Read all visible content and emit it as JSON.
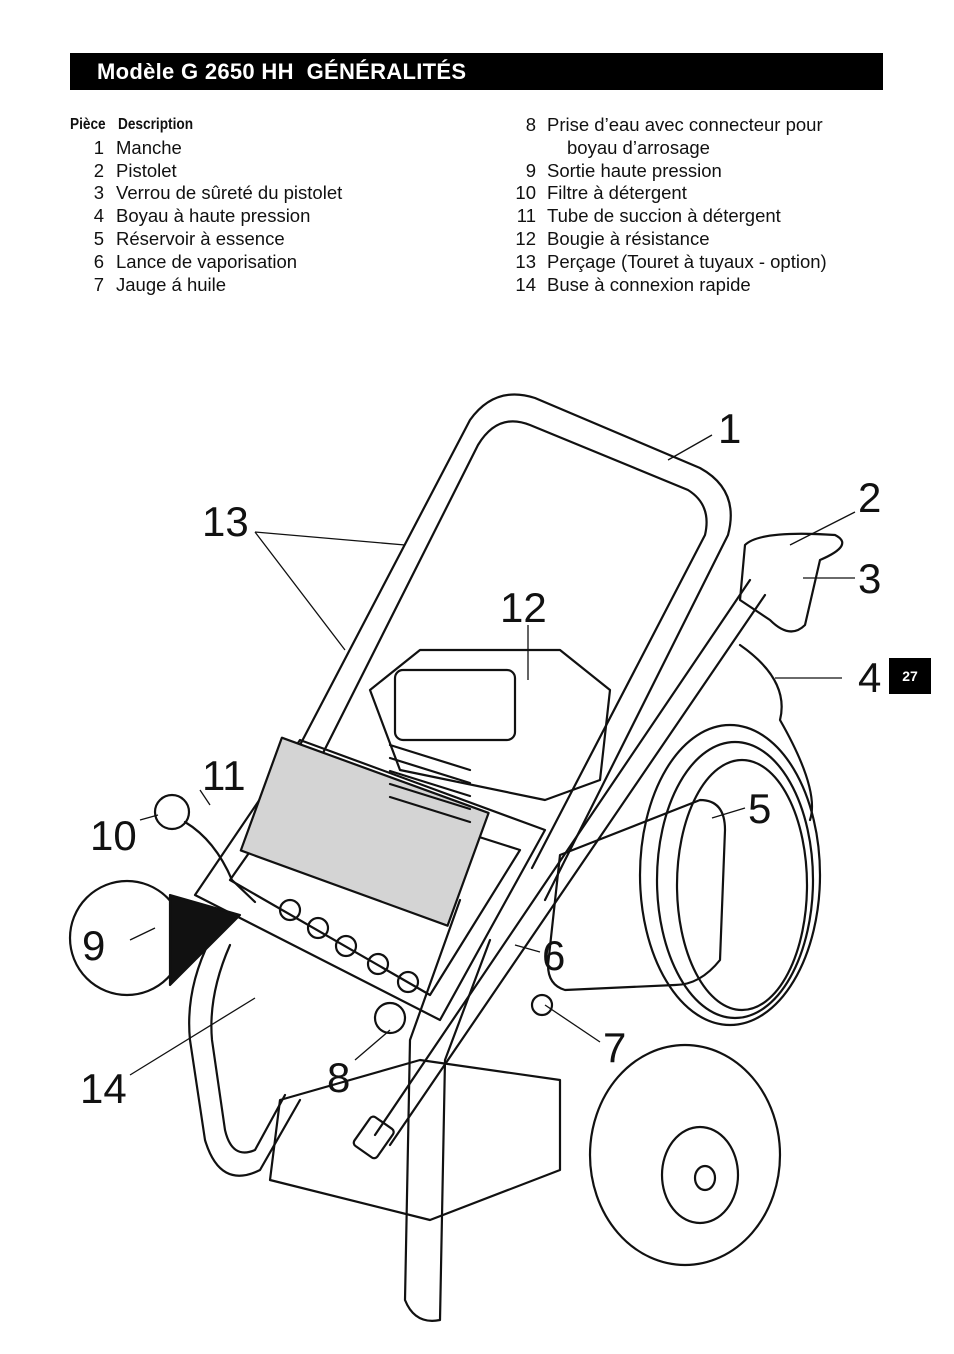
{
  "header": {
    "title": "Modèle G 2650 HH  GÉNÉRALITÉS"
  },
  "parts_list": {
    "header_num": "Pièce",
    "header_desc": "Description",
    "left": [
      {
        "num": "1",
        "desc": "Manche"
      },
      {
        "num": "2",
        "desc": "Pistolet"
      },
      {
        "num": "3",
        "desc": "Verrou de sûreté du pistolet"
      },
      {
        "num": "4",
        "desc": "Boyau à haute pression"
      },
      {
        "num": "5",
        "desc": "Réservoir à essence"
      },
      {
        "num": "6",
        "desc": "Lance de vaporisation"
      },
      {
        "num": "7",
        "desc": "Jauge á huile"
      }
    ],
    "right": [
      {
        "num": "8",
        "desc": "Prise d’eau avec connecteur pour",
        "cont": "boyau d’arrosage"
      },
      {
        "num": "9",
        "desc": "Sortie haute pression"
      },
      {
        "num": "10",
        "desc": "Filtre à détergent"
      },
      {
        "num": "11",
        "desc": "Tube de succion à détergent"
      },
      {
        "num": "12",
        "desc": "Bougie à résistance"
      },
      {
        "num": "13",
        "desc": "Perçage (Touret à tuyaux - option)"
      },
      {
        "num": "14",
        "desc": "Buse à connexion rapide"
      }
    ]
  },
  "page_number": "27",
  "callouts": {
    "c1": "1",
    "c2": "2",
    "c3": "3",
    "c4": "4",
    "c5": "5",
    "c6": "6",
    "c7": "7",
    "c8": "8",
    "c9": "9",
    "c10": "10",
    "c11": "11",
    "c12": "12",
    "c13": "13",
    "c14": "14"
  }
}
